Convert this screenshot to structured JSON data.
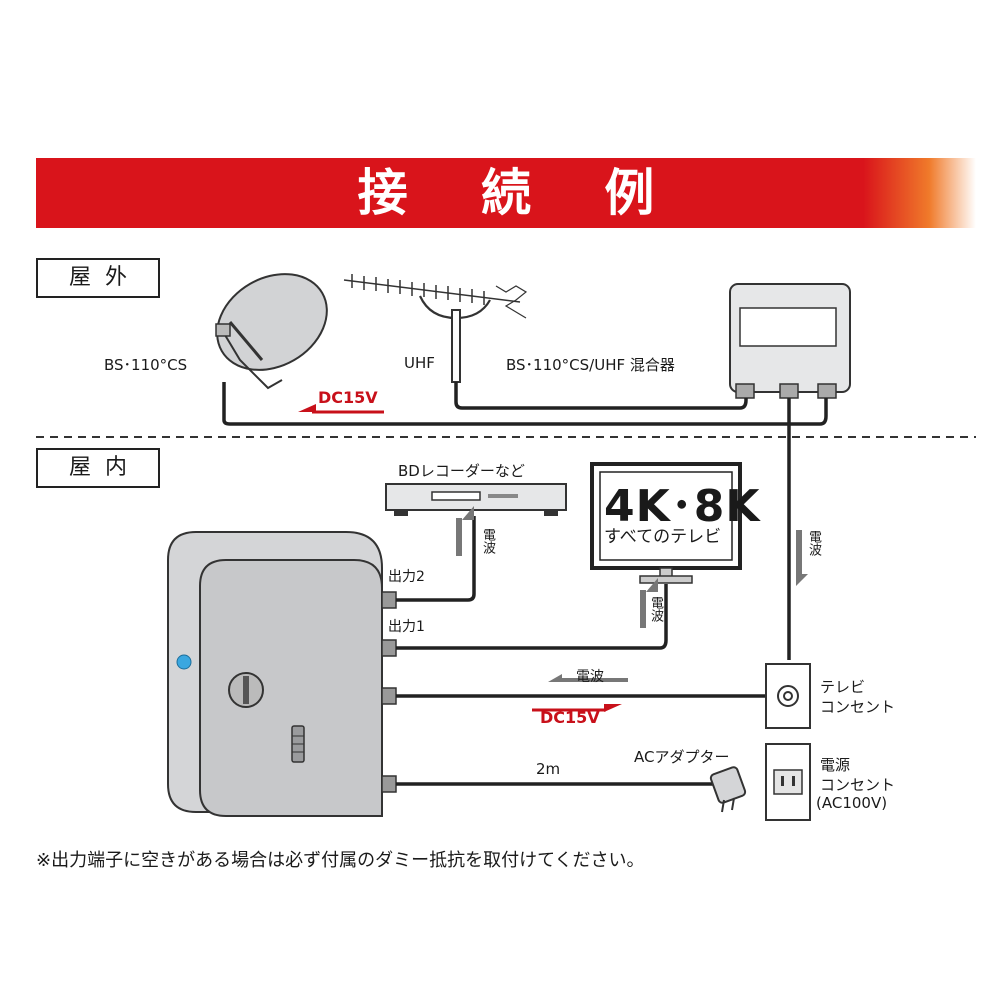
{
  "title": "接 続 例",
  "zones": {
    "outdoor": "屋外",
    "indoor": "屋内"
  },
  "labels": {
    "dish": "BS･110°CS",
    "uhf": "UHF",
    "mixer": "BS･110°CS/UHF 混合器",
    "dc_top": "DC15V",
    "recorder": "BDレコーダーなど",
    "tv_big": "4K･8K",
    "tv_sub": "すべてのテレビ",
    "output2": "出力2",
    "output1": "出力1",
    "signal_recorder": "電波",
    "signal_tv": "電波",
    "signal_mixer": "電波",
    "signal_wall": "電波",
    "dc_bottom": "DC15V",
    "tv_outlet_line1": "テレビ",
    "tv_outlet_line2": "コンセント",
    "cable_length": "2m",
    "ac_adapter": "ACアダプター",
    "power_outlet_line1": "電源",
    "power_outlet_line2": "コンセント",
    "power_outlet_line3": "(AC100V)"
  },
  "note": "※出力端子に空きがある場合は必ず付属のダミー抵抗を取付けてください。",
  "colors": {
    "banner": "#d9141b",
    "arrow_red": "#c8101a",
    "device": "#c9cacc",
    "device_dark": "#8a8b8d"
  }
}
